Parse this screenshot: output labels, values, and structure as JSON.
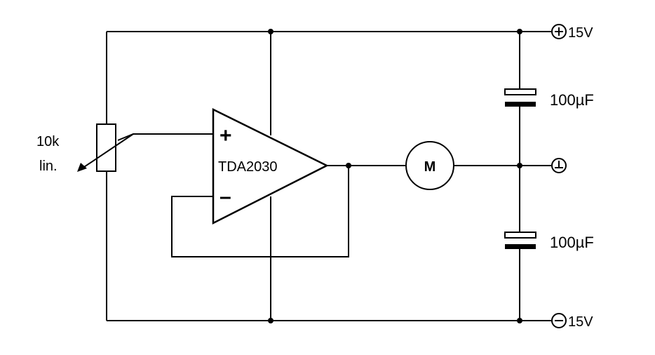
{
  "diagram": {
    "potentiometer": {
      "value": "10k",
      "taper": "lin."
    },
    "amplifier": {
      "name": "TDA2030",
      "noninverting_symbol": "+",
      "inverting_symbol": "–"
    },
    "motor": {
      "label": "M"
    },
    "capacitors": [
      {
        "value": "100µF"
      },
      {
        "value": "100µF"
      }
    ],
    "supply": {
      "positive": {
        "voltage": "15V"
      },
      "negative": {
        "voltage": "15V"
      }
    }
  }
}
